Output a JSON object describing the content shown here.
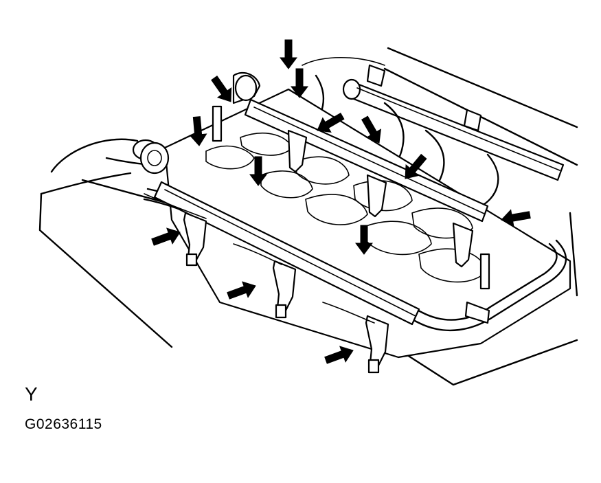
{
  "figure": {
    "view_letter": "Y",
    "figure_code": "G02636115"
  },
  "diagram": {
    "arrow_count": 13,
    "colors": {
      "ink": "#000000",
      "paper": "#ffffff"
    }
  }
}
